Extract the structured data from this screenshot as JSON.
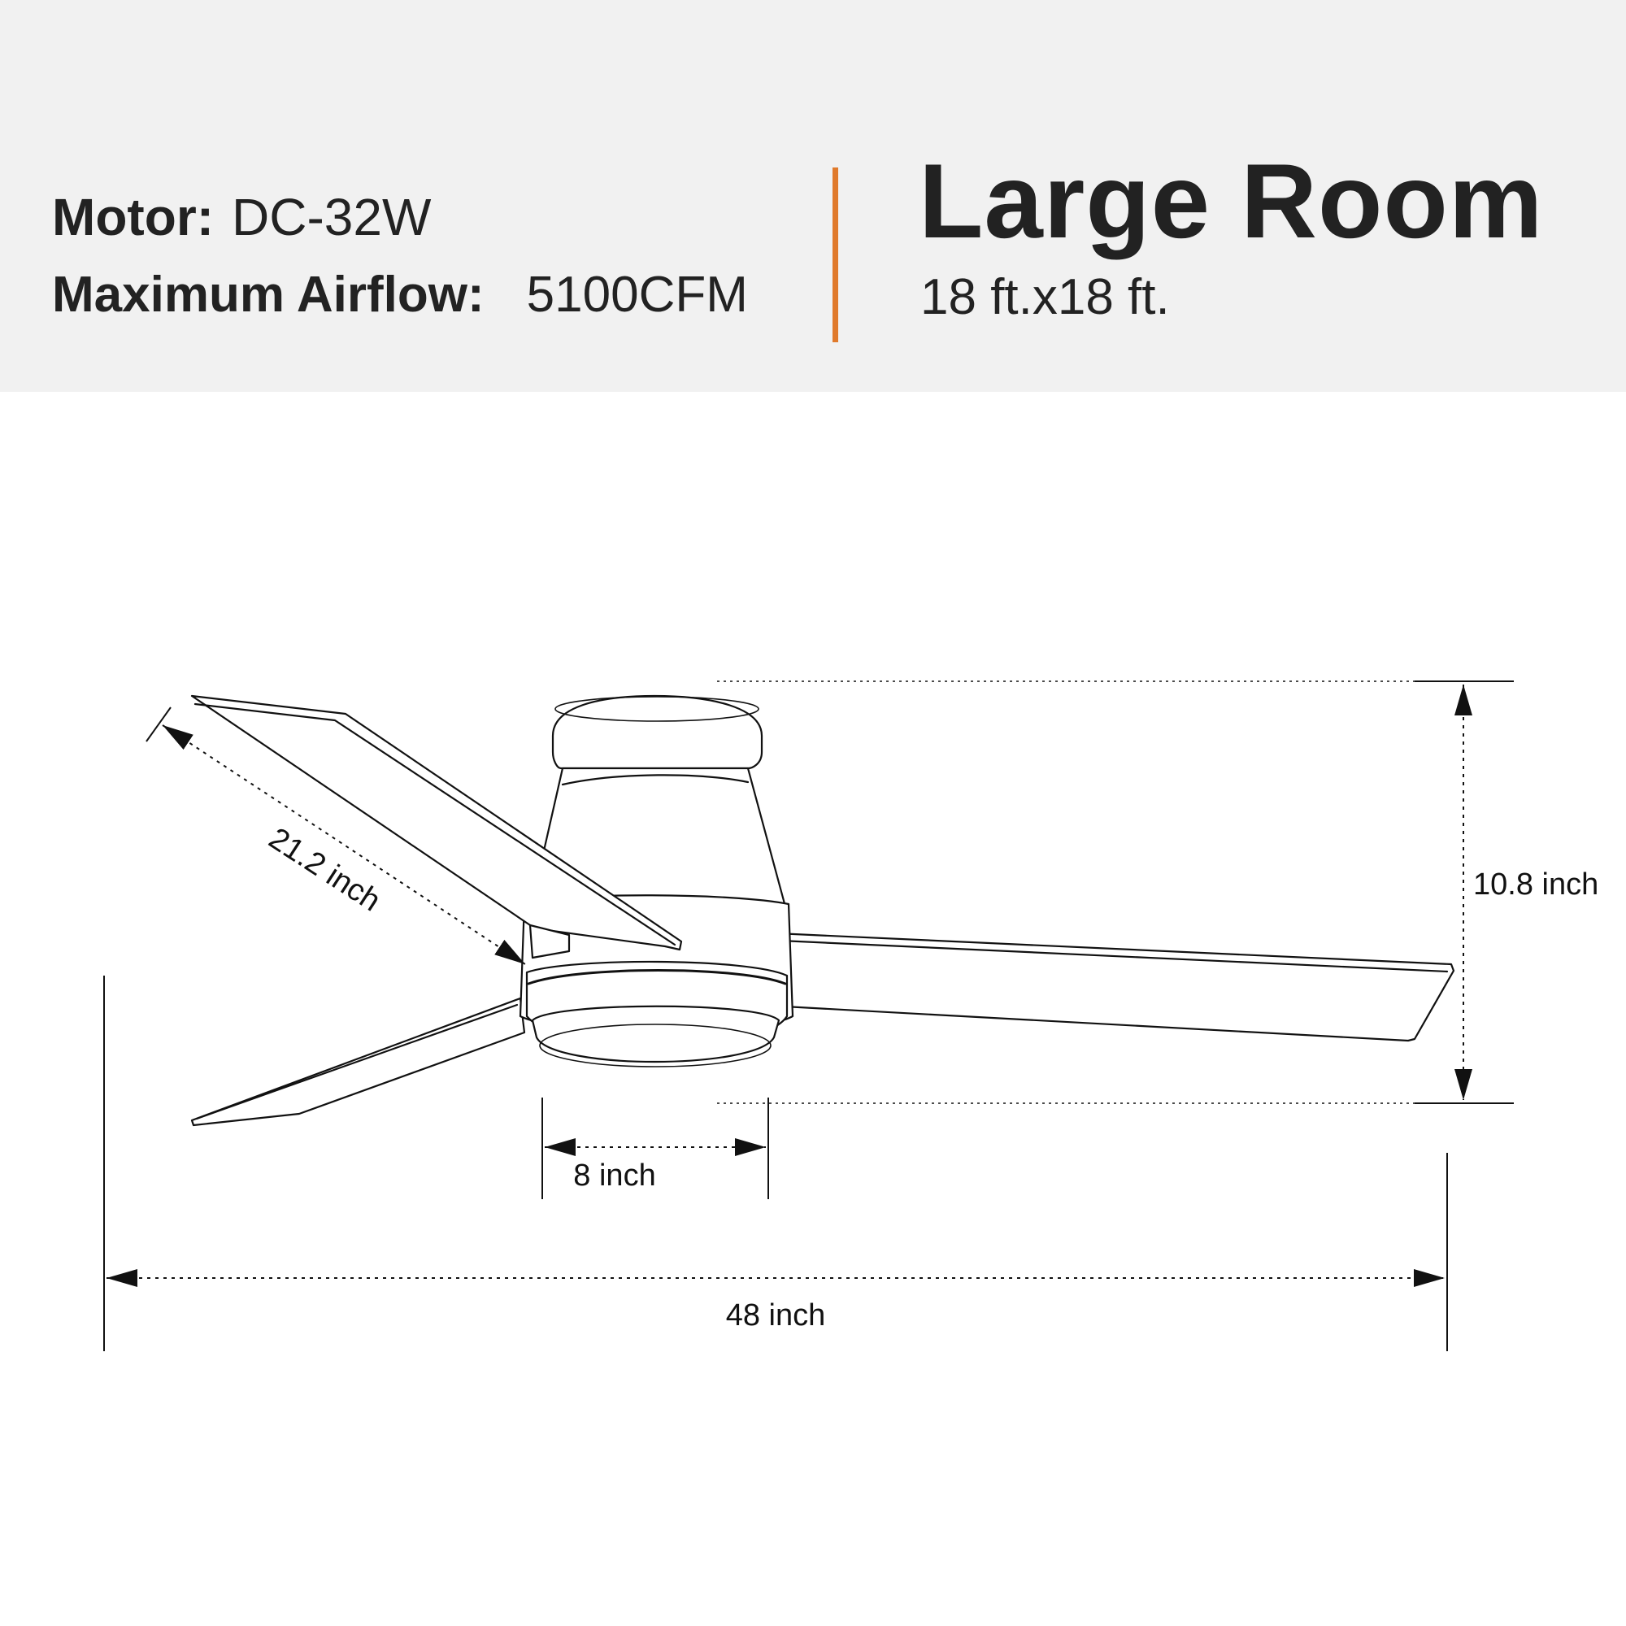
{
  "specs": {
    "motor_label": "Motor:",
    "motor_value": "DC-32W",
    "airflow_label": "Maximum Airflow:",
    "airflow_value": "5100CFM"
  },
  "room": {
    "title": "Large Room",
    "size": "18 ft.x18 ft."
  },
  "dimensions": {
    "blade_length": "21.2 inch",
    "height": "10.8 inch",
    "motor_width": "8 inch",
    "span": "48 inch"
  },
  "colors": {
    "header_bg": "#f1f1f1",
    "accent": "#e07a2c",
    "line": "#111111"
  }
}
